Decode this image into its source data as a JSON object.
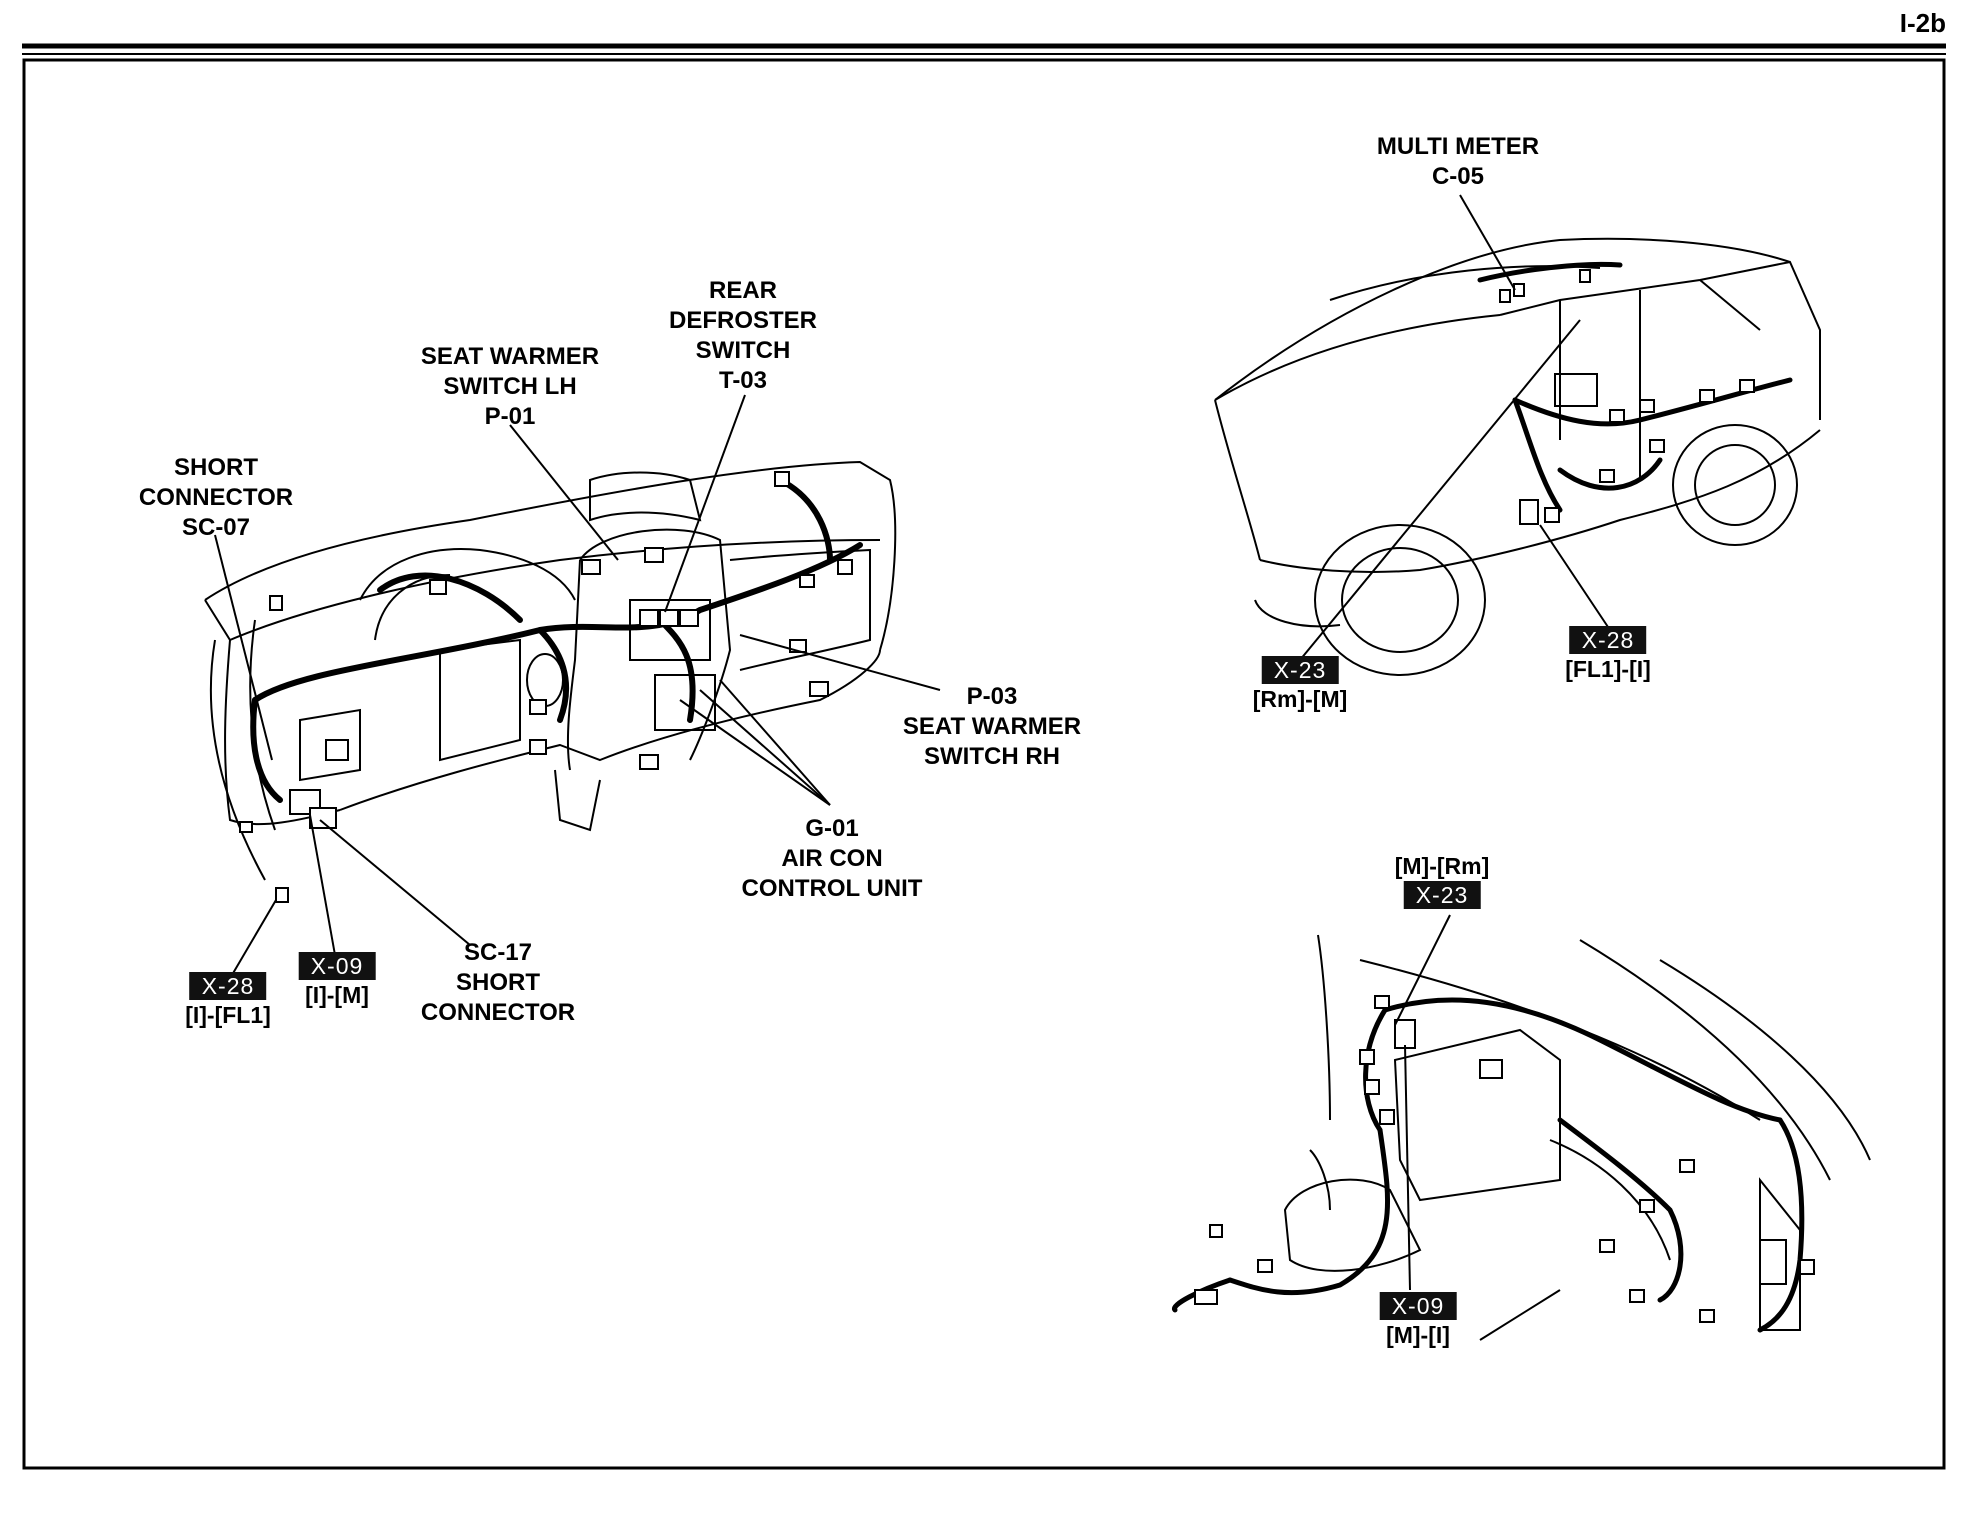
{
  "page": {
    "number": "I-2b"
  },
  "dashboard_labels": {
    "short_connector_sc07": [
      "SHORT",
      "CONNECTOR",
      "SC-07"
    ],
    "seat_warmer_lh": [
      "SEAT WARMER",
      "SWITCH LH",
      "P-01"
    ],
    "rear_defroster": [
      "REAR",
      "DEFROSTER",
      "SWITCH",
      "T-03"
    ],
    "seat_warmer_rh": [
      "P-03",
      "SEAT WARMER",
      "SWITCH RH"
    ],
    "air_con": [
      "G-01",
      "AIR CON",
      "CONTROL UNIT"
    ],
    "short_connector_sc17": [
      "SC-17",
      "SHORT",
      "CONNECTOR"
    ]
  },
  "dashboard_connectors": [
    {
      "badge": "X-28",
      "code": "[I]-[FL1]"
    },
    {
      "badge": "X-09",
      "code": "[I]-[M]"
    }
  ],
  "vehicle_labels": {
    "multi_meter": [
      "MULTI METER",
      "C-05"
    ]
  },
  "vehicle_connectors": [
    {
      "badge": "X-23",
      "code": "[Rm]-[M]"
    },
    {
      "badge": "X-28",
      "code": "[FL1]-[I]"
    }
  ],
  "console_connectors": [
    {
      "badge": "X-23",
      "code": "[M]-[Rm]"
    },
    {
      "badge": "X-09",
      "code": "[M]-[I]"
    }
  ]
}
